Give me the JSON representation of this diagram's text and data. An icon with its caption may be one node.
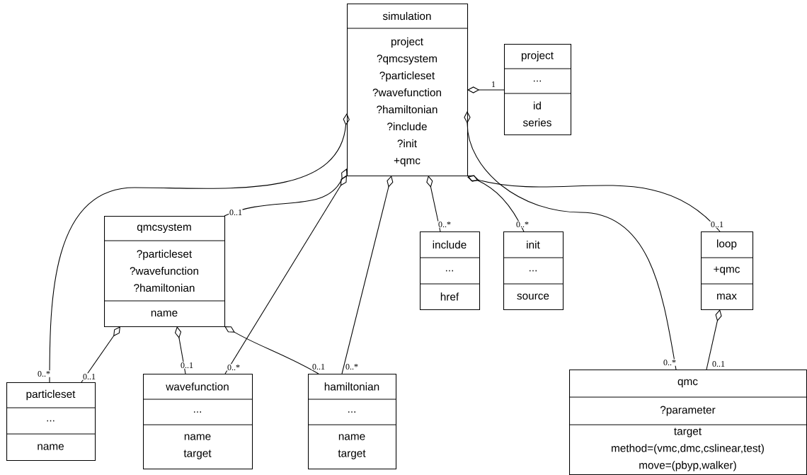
{
  "diagram": {
    "nodes": [
      {
        "text": [
          "simulation",
          "project ?qmcsystem ?particleset ?wavefunction ?hamiltonian ?include ?init +qmc"
        ]
      },
      {
        "text": [
          "project",
          "...",
          "id series"
        ]
      },
      {
        "text": [
          "qmcsystem",
          "?particleset ?wavefunction ?hamiltonian",
          "name"
        ]
      },
      {
        "text": [
          "include",
          "...",
          "href"
        ]
      },
      {
        "text": [
          "init",
          "...",
          "source"
        ]
      },
      {
        "text": [
          "loop",
          "+qmc",
          "max"
        ]
      },
      {
        "text": [
          "particleset",
          "...",
          "name"
        ]
      },
      {
        "text": [
          "wavefunction",
          "...",
          "name target"
        ]
      },
      {
        "text": [
          "hamiltonian",
          "...",
          "name target"
        ]
      },
      {
        "text": [
          "qmc",
          "?parameter",
          "target method=(vmc,dmc,cslinear,test) move=(pbyp,walker)"
        ]
      }
    ],
    "edges": [
      {
        "from": 0,
        "to": 1,
        "arrow": "other",
        "label": "1"
      },
      {
        "from": 0,
        "to": 2,
        "arrow": "other",
        "label": "0..1"
      },
      {
        "from": 0,
        "to": 6,
        "arrow": "other",
        "label": "0..*"
      },
      {
        "from": 0,
        "to": 7,
        "arrow": "other",
        "label": "0..*"
      },
      {
        "from": 0,
        "to": 8,
        "arrow": "other",
        "label": "0..*"
      },
      {
        "from": 0,
        "to": 3,
        "arrow": "other",
        "label": "0..*"
      },
      {
        "from": 0,
        "to": 4,
        "arrow": "other",
        "label": "0..*"
      },
      {
        "from": 0,
        "to": 5,
        "arrow": "other",
        "label": "0..1"
      },
      {
        "from": 0,
        "to": 9,
        "arrow": "other",
        "label": "0..*"
      },
      {
        "from": 2,
        "to": 6,
        "arrow": "other",
        "label": "0..1"
      },
      {
        "from": 2,
        "to": 7,
        "arrow": "other",
        "label": "0..1"
      },
      {
        "from": 2,
        "to": 8,
        "arrow": "other",
        "label": "0..1"
      },
      {
        "from": 5,
        "to": 9,
        "arrow": "other",
        "label": "0..1"
      }
    ]
  }
}
